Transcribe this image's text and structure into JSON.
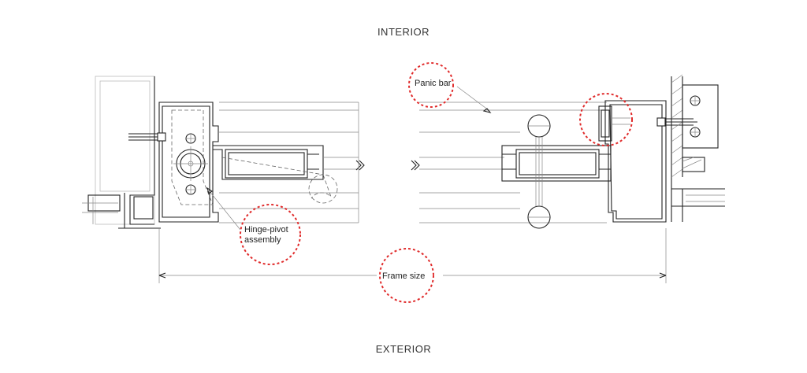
{
  "labels": {
    "interior": "INTERIOR",
    "exterior": "EXTERIOR",
    "panic_bar": "Panic bar",
    "hinge_pivot": "Hinge-pivot assembly",
    "frame_size": "Frame size"
  },
  "colors": {
    "callout": "#e02b2b",
    "line": "#222222"
  }
}
